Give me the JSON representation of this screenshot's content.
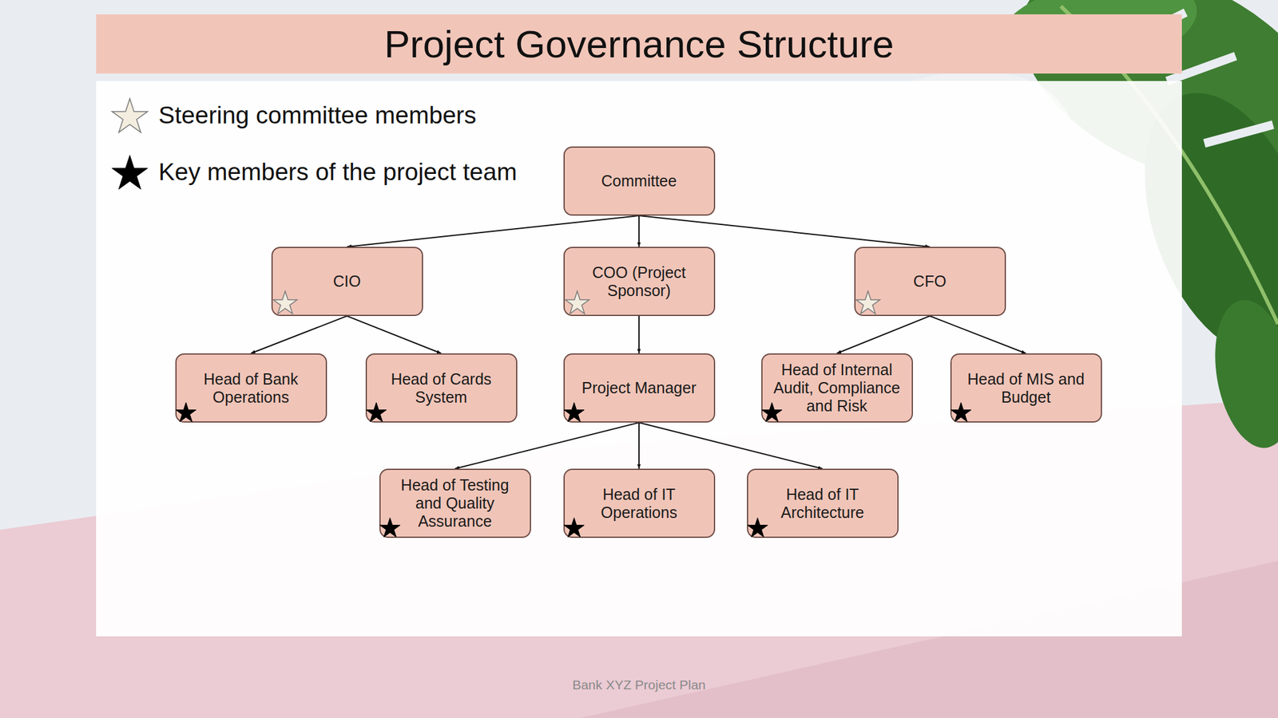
{
  "diagram": {
    "title": "Project Governance Structure",
    "nodes": [
      {
        "text": [
          "Committee"
        ]
      },
      {
        "text": [
          "CIO"
        ]
      },
      {
        "text": [
          "COO (Project Sponsor)"
        ]
      },
      {
        "text": [
          "CFO"
        ]
      },
      {
        "text": [
          "Head of Bank Operations"
        ]
      },
      {
        "text": [
          "Head of Cards System"
        ]
      },
      {
        "text": [
          "Project Manager"
        ]
      },
      {
        "text": [
          "Head of Internal Audit, Compliance and Risk"
        ]
      },
      {
        "text": [
          "Head of MIS and Budget"
        ]
      },
      {
        "text": [
          "Head of Testing and Quality Assurance"
        ]
      },
      {
        "text": [
          "Head of IT Operations"
        ]
      },
      {
        "text": [
          "Head of IT Architecture"
        ]
      }
    ],
    "edges": [
      {
        "from": 0,
        "to": 1,
        "arrow": "to"
      },
      {
        "from": 0,
        "to": 2,
        "arrow": "to"
      },
      {
        "from": 0,
        "to": 3,
        "arrow": "to"
      },
      {
        "from": 1,
        "to": 4,
        "arrow": "to"
      },
      {
        "from": 1,
        "to": 5,
        "arrow": "to"
      },
      {
        "from": 2,
        "to": 6,
        "arrow": "to"
      },
      {
        "from": 3,
        "to": 7,
        "arrow": "to"
      },
      {
        "from": 3,
        "to": 8,
        "arrow": "to"
      },
      {
        "from": 6,
        "to": 9,
        "arrow": "to"
      },
      {
        "from": 6,
        "to": 10,
        "arrow": "to"
      },
      {
        "from": 6,
        "to": 11,
        "arrow": "to"
      }
    ],
    "labels": [
      "Bank XYZ Project Plan"
    ],
    "legend": [
      {
        "text": "Steering committee members"
      },
      {
        "text": "Key members of the project team"
      }
    ]
  }
}
